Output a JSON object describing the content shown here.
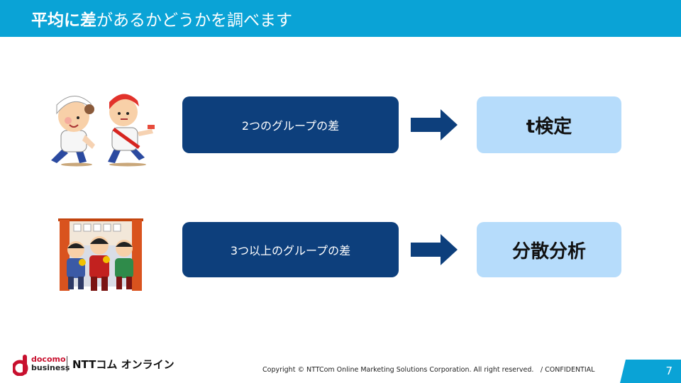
{
  "slide": {
    "title_bold": "平均に差",
    "title_rest": "があるかどうかを調べます",
    "rows": [
      {
        "group_label": "2つのグループの差",
        "method": "t検定"
      },
      {
        "group_label": "3つ以上のグループの差",
        "method": "分散分析"
      }
    ],
    "page_number": "7"
  },
  "footer": {
    "logo_docomo": "docomo",
    "logo_business": "business",
    "logo_company": "NTTコム オンライン",
    "copyright": "Copyright © NTTCom Online Marketing Solutions Corporation. All right reserved.　/ CONFIDENTIAL"
  },
  "colors": {
    "title_bar": "#0aa3d6",
    "group_box": "#0d3f7c",
    "result_box": "#b6dcfb"
  }
}
